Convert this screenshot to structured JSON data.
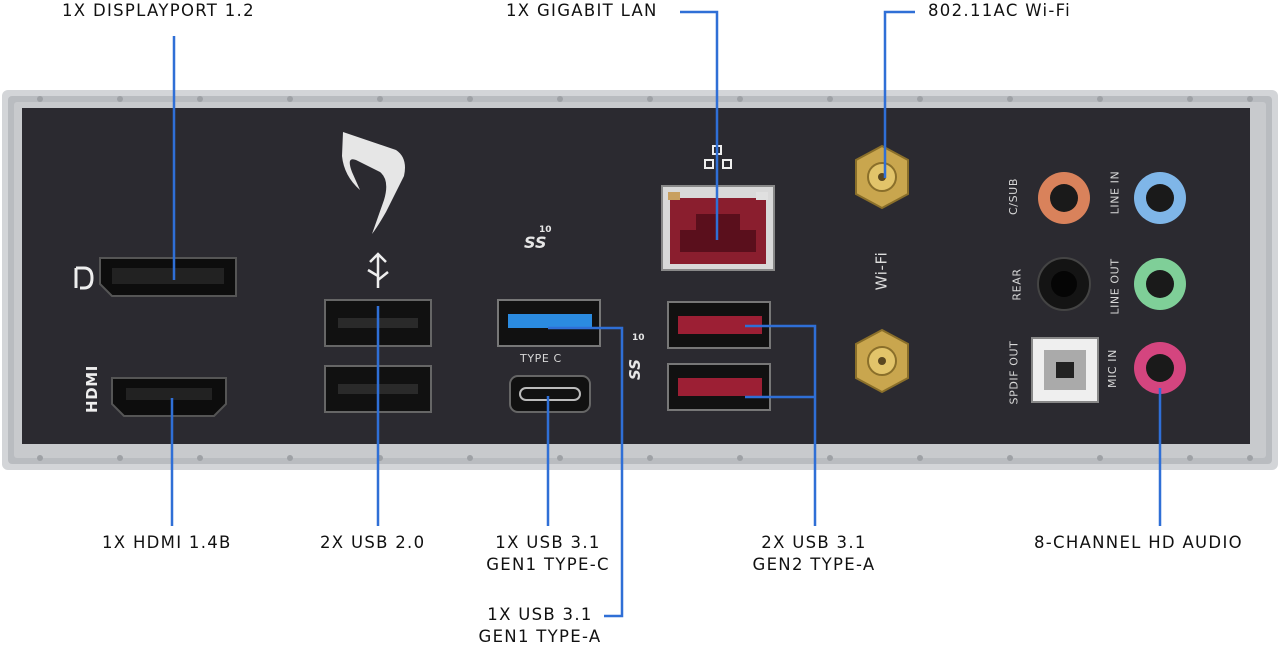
{
  "callouts": {
    "displayport": "1X DISPLAYPORT 1.2",
    "lan": "1X GIGABIT LAN",
    "wifi": "802.11AC Wi-Fi",
    "hdmi": "1X HDMI 1.4B",
    "usb20": "2X USB 2.0",
    "usb31_c": [
      "1X USB 3.1",
      "GEN1 TYPE-C"
    ],
    "usb31_gen2": [
      "2X USB 3.1",
      "GEN2 TYPE-A"
    ],
    "audio": "8-CHANNEL HD AUDIO",
    "usb31_a": [
      "1X USB 3.1",
      "GEN1 TYPE-A"
    ]
  },
  "panel_labels": {
    "hdmi": "HDMI",
    "type_c": "TYPE C",
    "wifi": "Wi-Fi",
    "c_sub": "C/SUB",
    "rear": "REAR",
    "spdif": "SPDIF OUT",
    "line_in": "LINE IN",
    "line_out": "LINE OUT",
    "mic_in": "MIC IN",
    "ss_small": "SS",
    "ss_10": "10"
  },
  "colors": {
    "callout_line": "#2f6fd6",
    "panel": "#2b2a30",
    "bracket": "#c9cbce",
    "usb31_gen1": "#2b8be0",
    "usb31_gen2": "#9c1f34",
    "jack_orange": "#d9825b",
    "jack_blue": "#7fb6e8",
    "jack_green": "#7fcf98",
    "jack_pink": "#d4457f",
    "jack_black": "#141414",
    "gold": "#c9a64e"
  }
}
